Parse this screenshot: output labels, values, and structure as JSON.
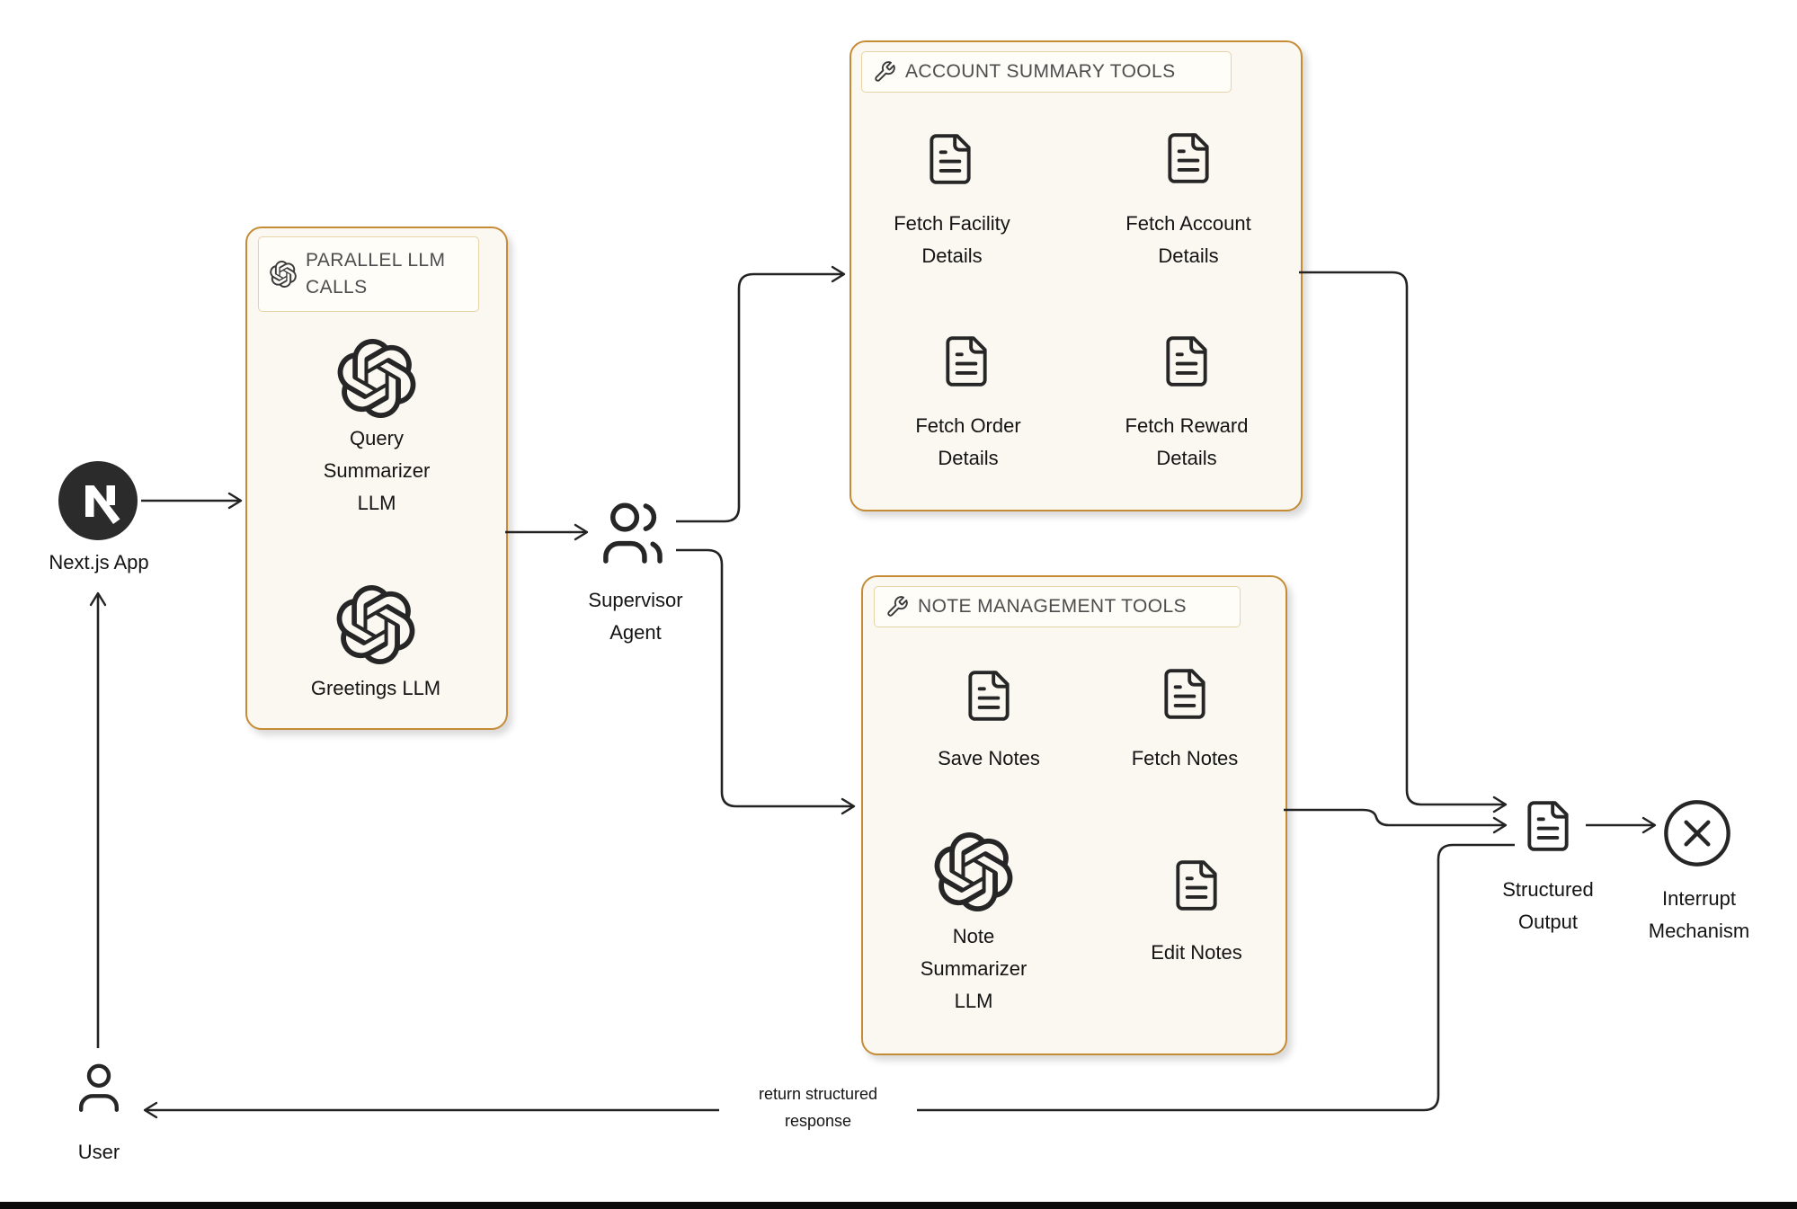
{
  "diagram": {
    "nodes": {
      "nextjs_app": {
        "label": "Next.js App",
        "icon": "nextjs-logo"
      },
      "supervisor_agent": {
        "label": "Supervisor Agent",
        "icon": "users-icon"
      },
      "structured_output": {
        "label": "Structured Output",
        "icon": "document-icon"
      },
      "interrupt_mechanism": {
        "label": "Interrupt Mechanism",
        "icon": "circle-x-icon"
      },
      "user": {
        "label": "User",
        "icon": "user-icon"
      }
    },
    "groups": {
      "parallel_llm_calls": {
        "title": "PARALLEL LLM CALLS",
        "title_icon": "openai-logo",
        "items": [
          {
            "label": "Query Summarizer LLM",
            "icon": "openai-logo"
          },
          {
            "label": "Greetings LLM",
            "icon": "openai-logo"
          }
        ]
      },
      "account_summary_tools": {
        "title": "ACCOUNT SUMMARY TOOLS",
        "title_icon": "wrench-icon",
        "items": [
          {
            "label": "Fetch Facility Details",
            "icon": "document-icon"
          },
          {
            "label": "Fetch Account Details",
            "icon": "document-icon"
          },
          {
            "label": "Fetch Order Details",
            "icon": "document-icon"
          },
          {
            "label": "Fetch Reward Details",
            "icon": "document-icon"
          }
        ]
      },
      "note_management_tools": {
        "title": "NOTE MANAGEMENT TOOLS",
        "title_icon": "wrench-icon",
        "items": [
          {
            "label": "Save Notes",
            "icon": "document-icon"
          },
          {
            "label": "Fetch Notes",
            "icon": "document-icon"
          },
          {
            "label": "Note Summarizer LLM",
            "icon": "openai-logo"
          },
          {
            "label": "Edit Notes",
            "icon": "document-icon"
          }
        ]
      }
    },
    "edge_labels": {
      "return_response": "return structured response"
    },
    "colors": {
      "box_border": "#c68c35",
      "box_fill": "#faf8f0",
      "line": "#232323",
      "nextjs_badge": "#2b2b2b"
    }
  }
}
